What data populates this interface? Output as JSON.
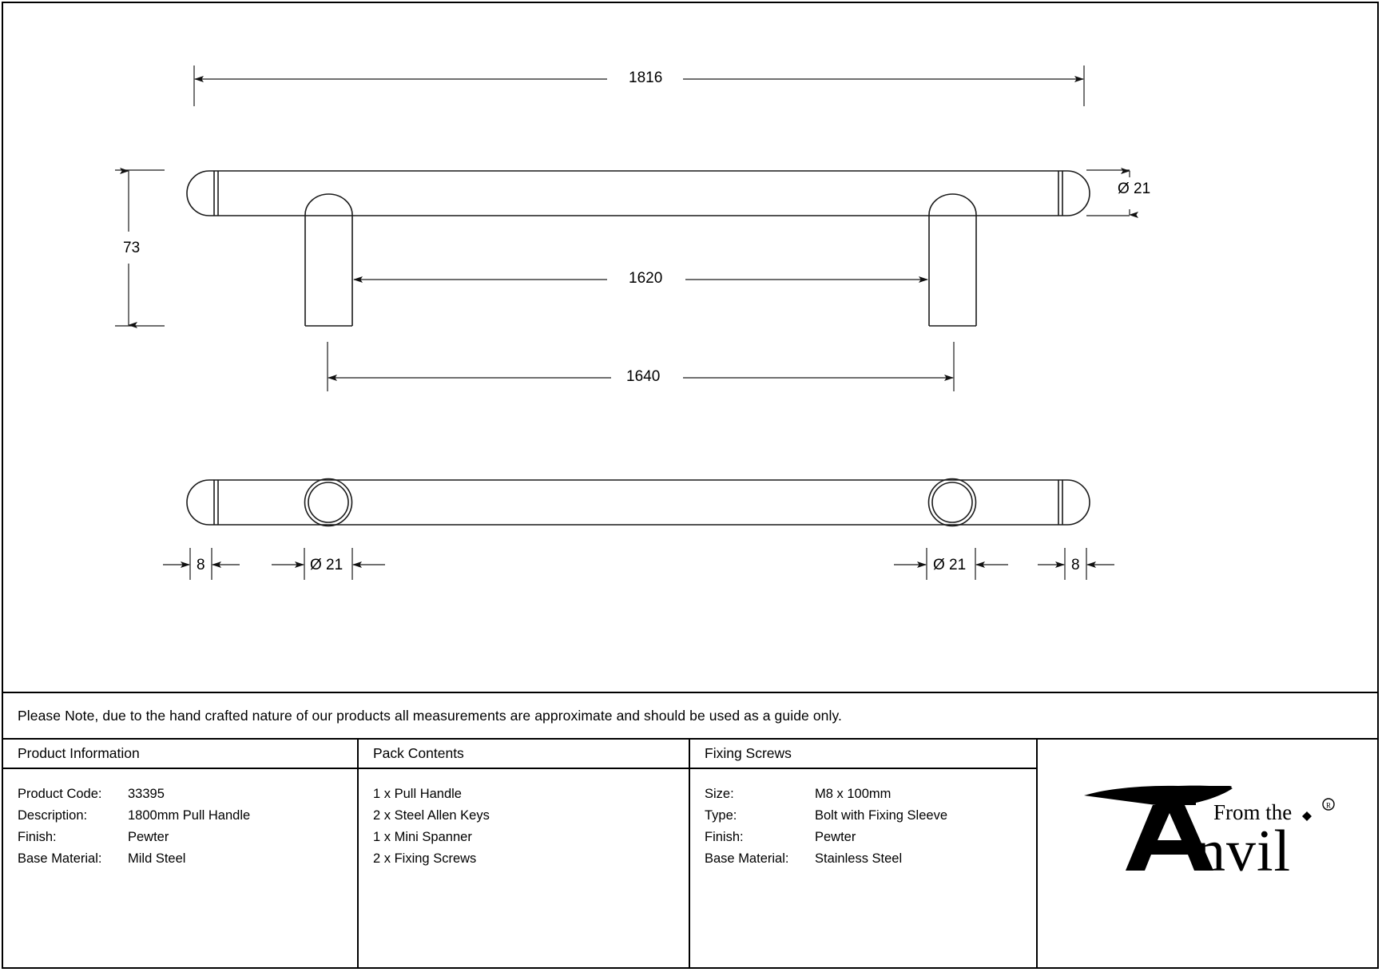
{
  "drawing": {
    "title": "1800mm Pull Handle technical drawing",
    "dimensions": {
      "overall_length": "1816",
      "centre_to_centre": "1620",
      "fixing_span": "1640",
      "height": "73",
      "bar_diameter_side": "Ø 21",
      "end_offset_left": "8",
      "rose_diameter_left": "Ø 21",
      "rose_diameter_right": "Ø 21",
      "end_offset_right": "8"
    }
  },
  "note": {
    "text": "Please Note, due to the hand crafted nature of our products all measurements are approximate and should be used as a guide only."
  },
  "table": {
    "product_information": {
      "heading": "Product Information",
      "rows": [
        {
          "label": "Product Code:",
          "value": "33395"
        },
        {
          "label": "Description:",
          "value": "1800mm Pull Handle"
        },
        {
          "label": "Finish:",
          "value": "Pewter"
        },
        {
          "label": "Base Material:",
          "value": "Mild Steel"
        }
      ]
    },
    "pack_contents": {
      "heading": "Pack Contents",
      "items": [
        "1 x Pull Handle",
        "2 x Steel Allen Keys",
        "1 x Mini Spanner",
        "2 x Fixing Screws"
      ]
    },
    "fixing_screws": {
      "heading": "Fixing Screws",
      "rows": [
        {
          "label": "Size:",
          "value": "M8 x 100mm"
        },
        {
          "label": "Type:",
          "value": "Bolt with Fixing Sleeve"
        },
        {
          "label": "Finish:",
          "value": "Pewter"
        },
        {
          "label": "Base Material:",
          "value": "Stainless Steel"
        }
      ]
    },
    "brand": {
      "line1": "From the",
      "line2": "Anvil",
      "registered": "®",
      "alt": "From the Anvil logo"
    }
  },
  "colors": {
    "line": "#000000",
    "background": "#ffffff",
    "drawing_stroke": "#1a1a1a"
  }
}
